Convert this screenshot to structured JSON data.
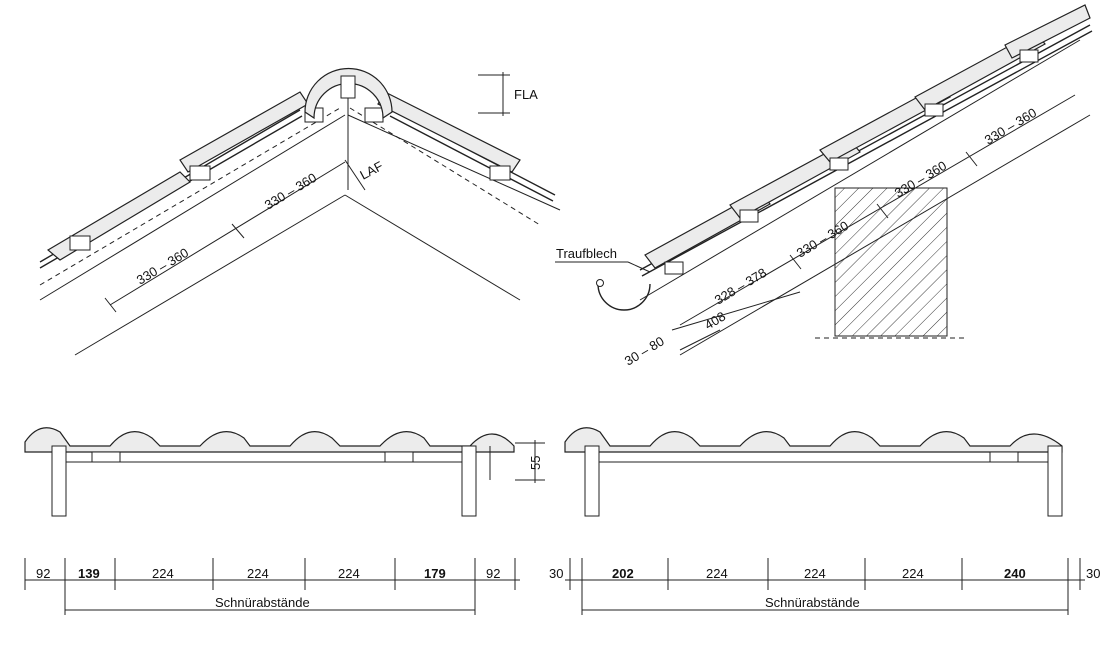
{
  "ridge": {
    "label_fla": "FLA",
    "label_laf": "LAF",
    "spacing_upper": "330 – 360",
    "spacing_lower": "330 – 360"
  },
  "eaves": {
    "label_traufblech": "Traufblech",
    "spacing_a": "330 – 360",
    "spacing_b": "330 – 360",
    "spacing_c": "330 – 360",
    "first_batten": "328 – 378",
    "overall": "408",
    "overhang": "30 – 80"
  },
  "verge_left": {
    "height_label": "55",
    "dims": [
      "92",
      "139",
      "224",
      "224",
      "224",
      "179",
      "92"
    ],
    "caption": "Schnürabstände"
  },
  "verge_right": {
    "dims": [
      "30",
      "202",
      "224",
      "224",
      "224",
      "240",
      "30"
    ],
    "caption": "Schnürabstände"
  }
}
